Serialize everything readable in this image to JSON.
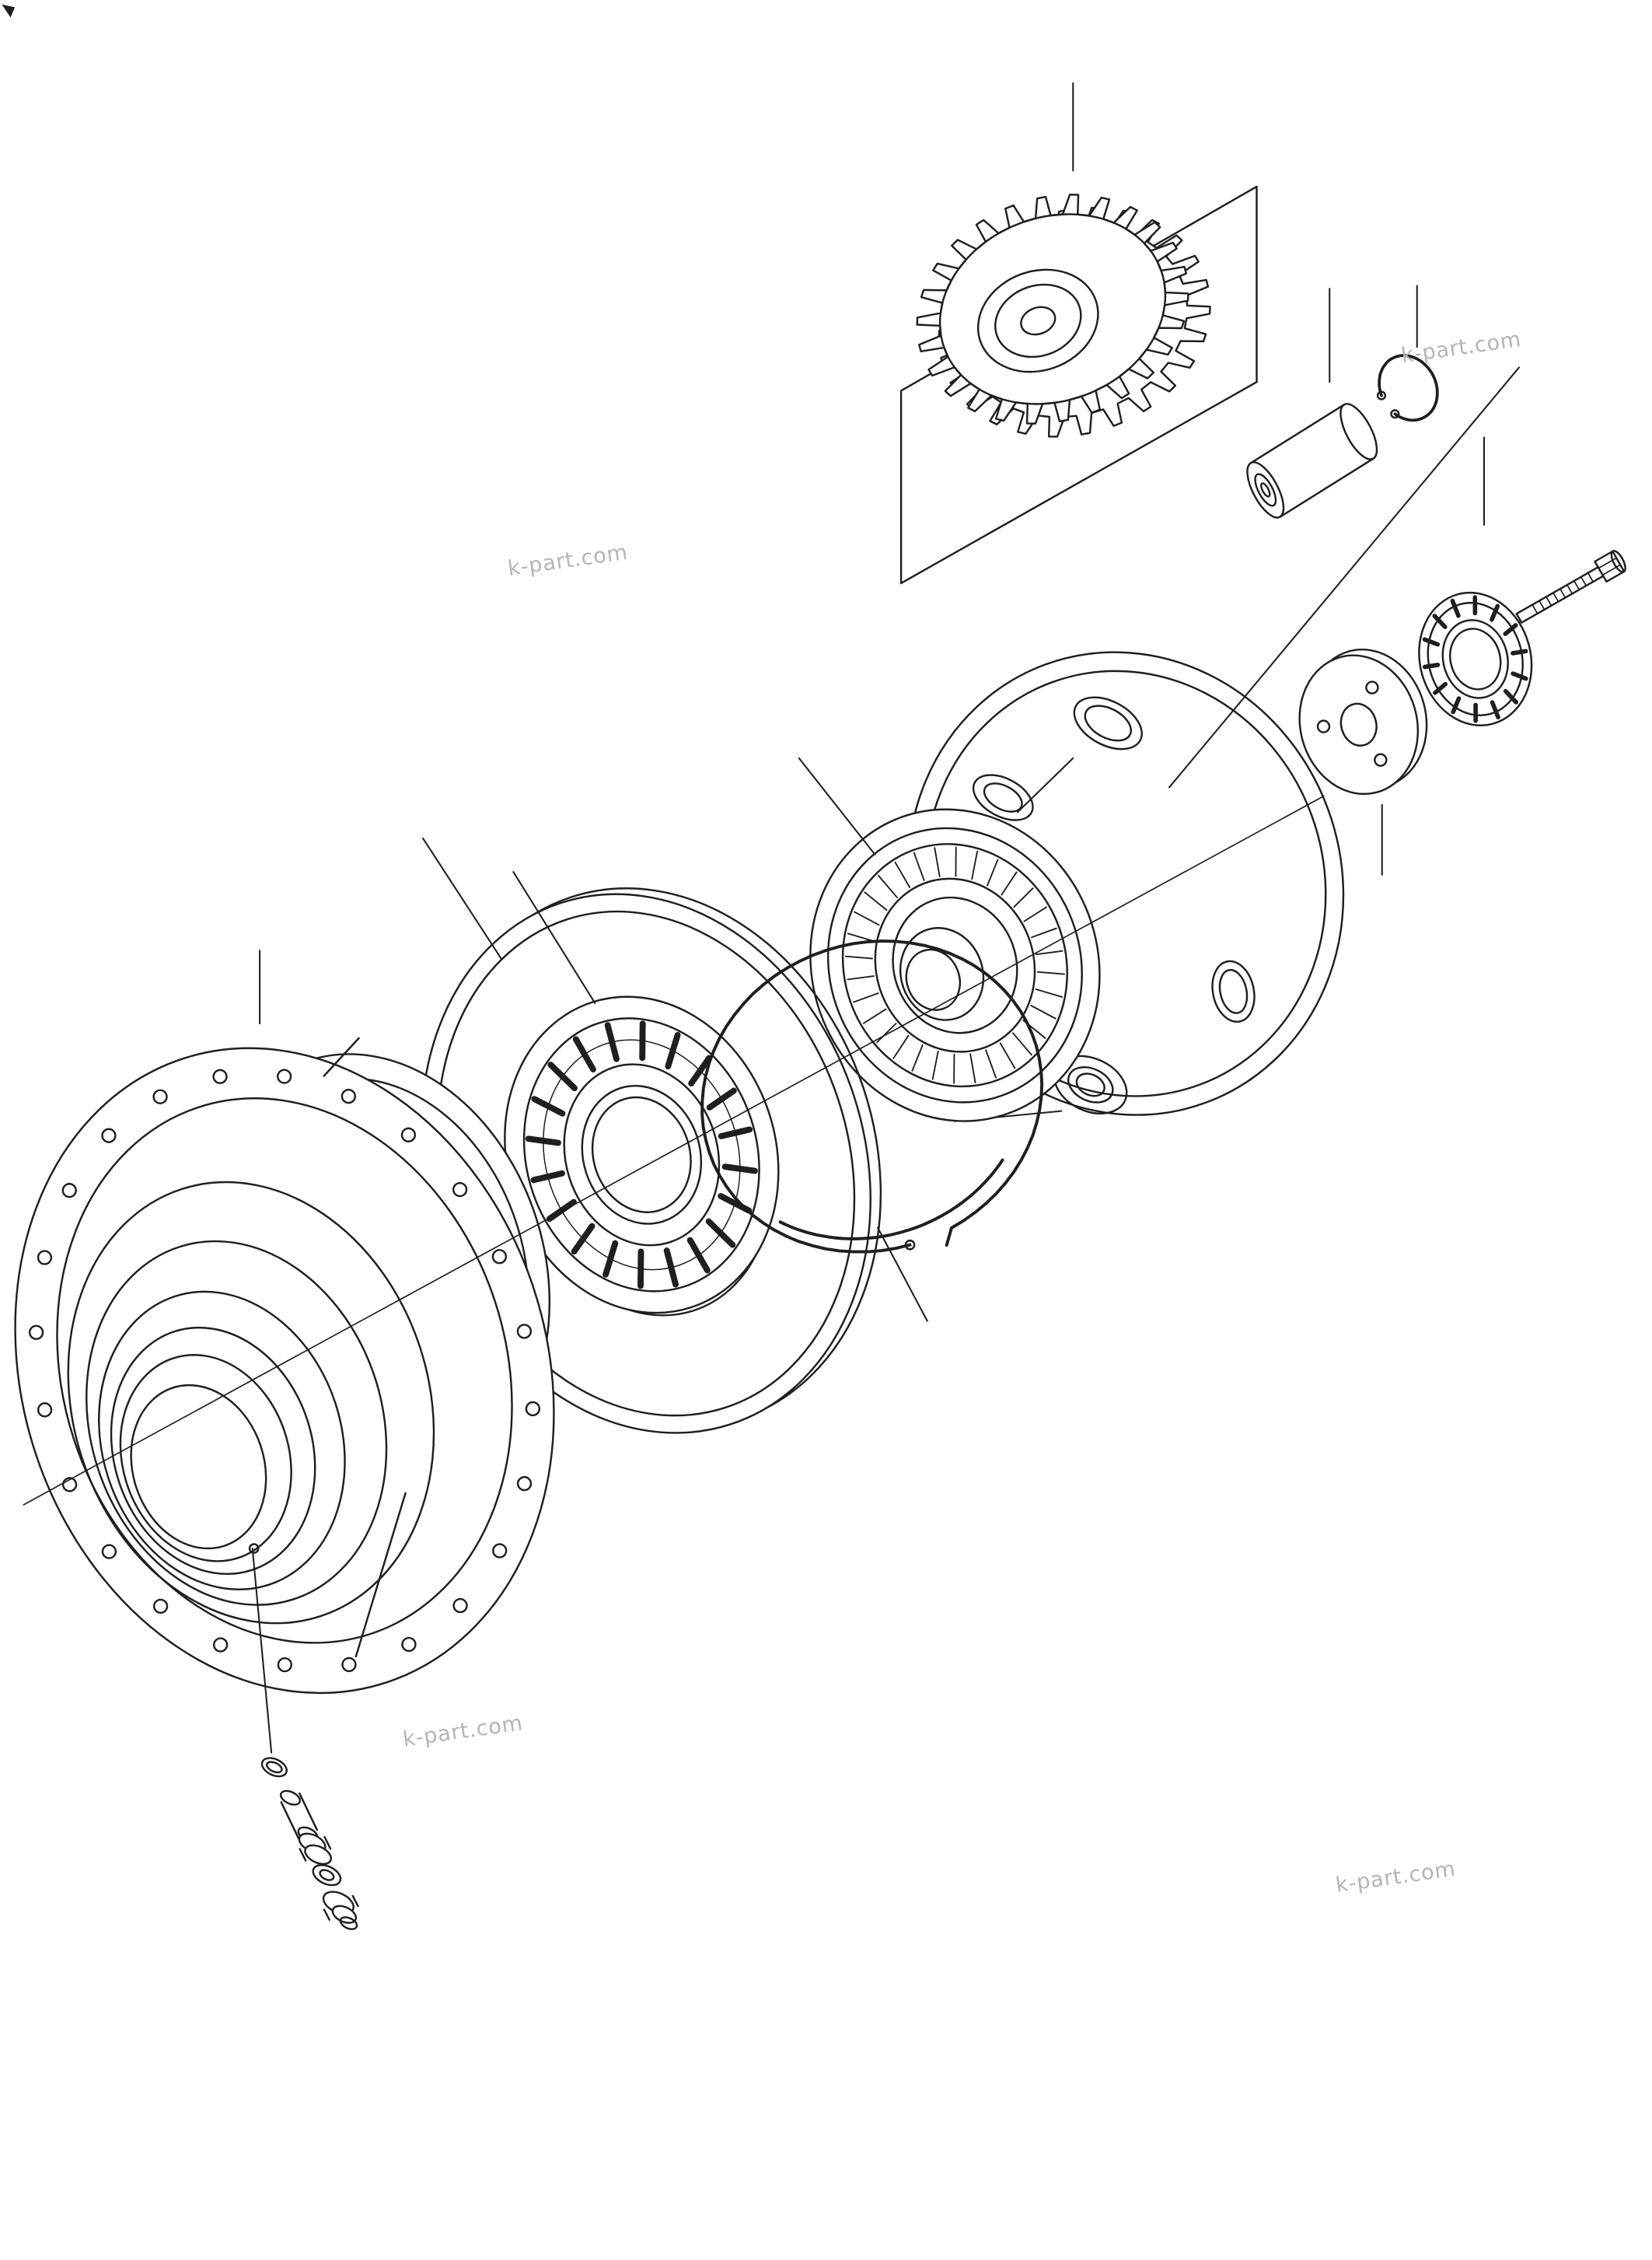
{
  "document": {
    "kind": "exploded-parts-diagram",
    "background": "#ffffff"
  },
  "colors": {
    "line": "#1f1f1f",
    "watermark": "#b5b5b5",
    "background": "#ffffff"
  },
  "watermarks": [
    {
      "text": "k-part.com"
    },
    {
      "text": "k-part.com"
    },
    {
      "text": "k-part.com"
    },
    {
      "text": "k-part.com"
    }
  ]
}
